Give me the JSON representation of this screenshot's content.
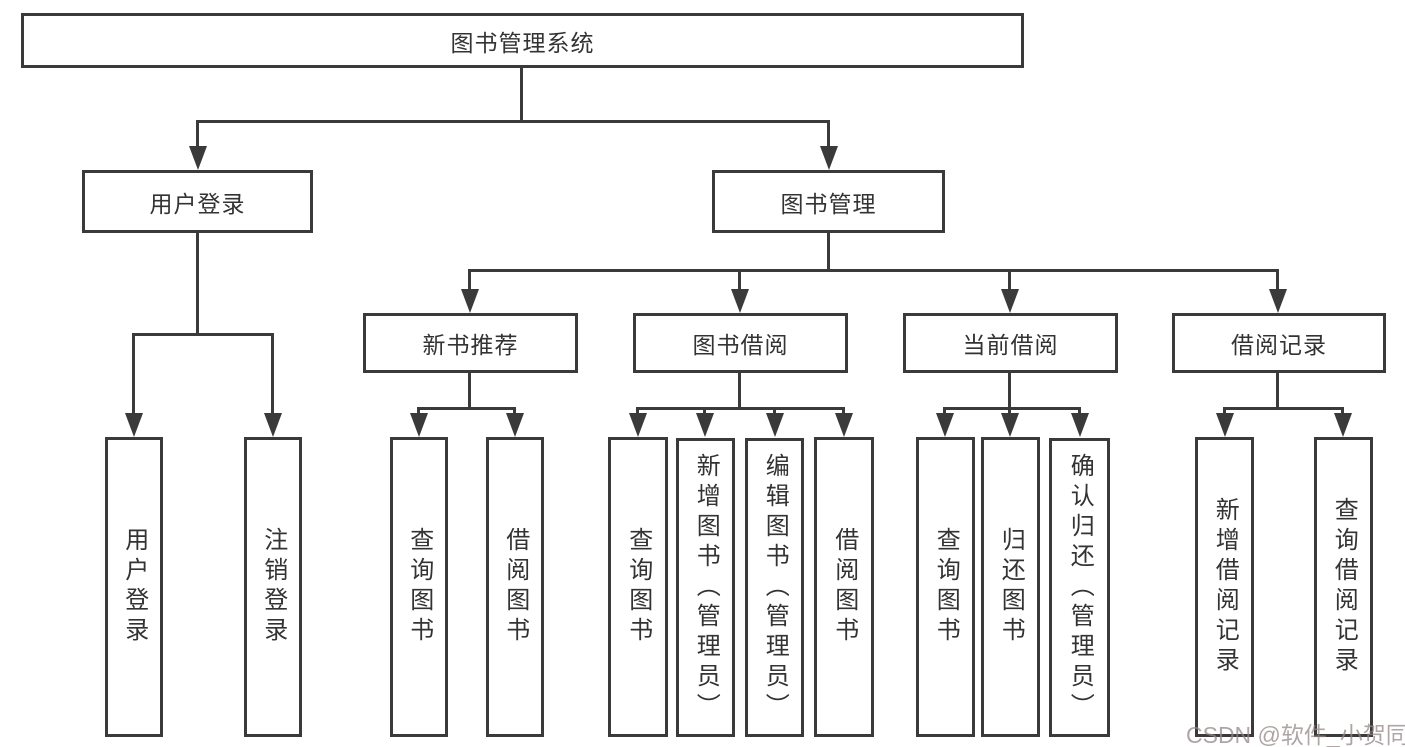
{
  "diagram": {
    "root": {
      "label": "图书管理系统"
    },
    "level2": {
      "user_login": {
        "label": "用户登录"
      },
      "book_mgmt": {
        "label": "图书管理"
      }
    },
    "level3": {
      "new_book_rec": {
        "label": "新书推荐"
      },
      "book_borrow": {
        "label": "图书借阅"
      },
      "current_borrow": {
        "label": "当前借阅"
      },
      "borrow_records": {
        "label": "借阅记录"
      }
    },
    "leaves": {
      "user_login_leaf": {
        "label": "用户登录"
      },
      "logout_leaf": {
        "label": "注销登录"
      },
      "rec_query_book": {
        "label": "查询图书"
      },
      "rec_borrow_book": {
        "label": "借阅图书"
      },
      "bb_query_book": {
        "label": "查询图书"
      },
      "bb_add_book": {
        "label": "新增图书（管理员）"
      },
      "bb_edit_book": {
        "label": "编辑图书（管理员）"
      },
      "bb_borrow_book": {
        "label": "借阅图书"
      },
      "cb_query_book": {
        "label": "查询图书"
      },
      "cb_return_book": {
        "label": "归还图书"
      },
      "cb_confirm_return": {
        "label": "确认归还（管理员）"
      },
      "br_add_record": {
        "label": "新增借阅记录"
      },
      "br_query_record": {
        "label": "查询借阅记录"
      }
    }
  },
  "watermark": {
    "text": "CSDN @软件_小贺同学"
  },
  "colors": {
    "line": "#3a3a3a",
    "text": "#333333",
    "watermark": "#968787",
    "background": "#ffffff"
  }
}
